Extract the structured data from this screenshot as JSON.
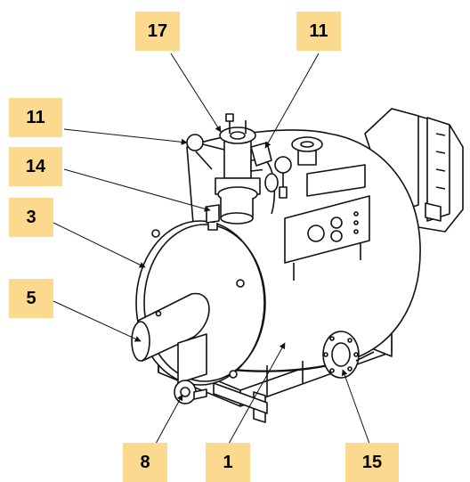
{
  "callouts": {
    "c17a": "17",
    "c11a": "11",
    "c11b": "11",
    "c14": "14",
    "c3": "3",
    "c5": "5",
    "c8": "8",
    "c1": "1",
    "c15": "15"
  },
  "colors": {
    "callout_fill": "#fbd98f",
    "line": "#111111",
    "fill": "#ffffff"
  }
}
